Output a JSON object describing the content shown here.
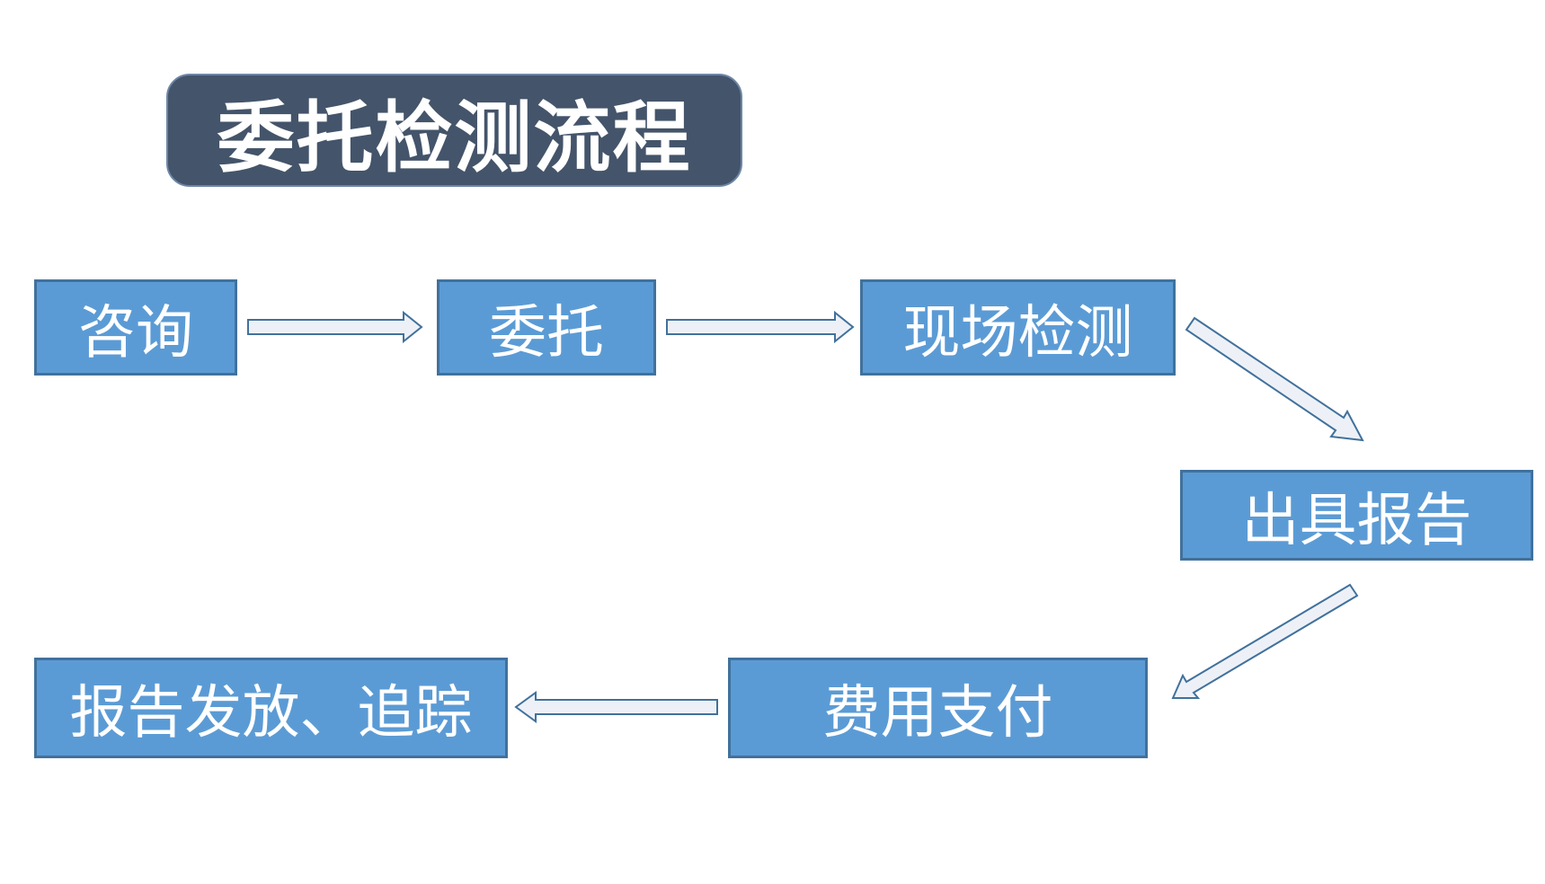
{
  "title": "委托检测流程",
  "steps": [
    "咨询",
    "委托",
    "现场检测",
    "出具报告",
    "费用支付",
    "报告发放、追踪"
  ],
  "colors": {
    "title_fill": "#44546a",
    "step_fill": "#5b9bd5",
    "step_border": "#41719c",
    "arrow_fill": "#edf1f7",
    "arrow_stroke": "#41719c"
  }
}
